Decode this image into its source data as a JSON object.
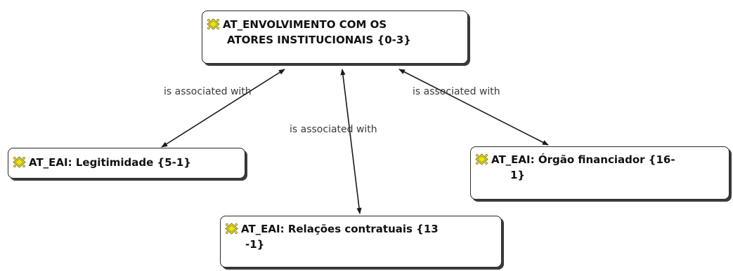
{
  "colors": {
    "node_border": "#2b2b2b",
    "node_shadow": "#3a3a3a",
    "icon_fill": "#f2e600",
    "icon_stroke": "#6b6b3a",
    "edge": "#1a1a1a",
    "edge_label": "#3a3a3a"
  },
  "icons": {
    "node_icon": "code-family-icon"
  },
  "nodes": {
    "root": {
      "line1": "AT_ENVOLVIMENTO COM OS",
      "line2": "ATORES INSTITUCIONAIS {0-3}"
    },
    "legitimidade": {
      "line1": "AT_EAI: Legitimidade {5-1}"
    },
    "orgao": {
      "line1": "AT_EAI: Órgão financiador {16-",
      "line2": "1}"
    },
    "relacoes": {
      "line1": "AT_EAI: Relações contratuais {13",
      "line2": "-1}"
    }
  },
  "edges": {
    "left": "is associated with",
    "center": "is associated with",
    "right": "is associated with"
  }
}
